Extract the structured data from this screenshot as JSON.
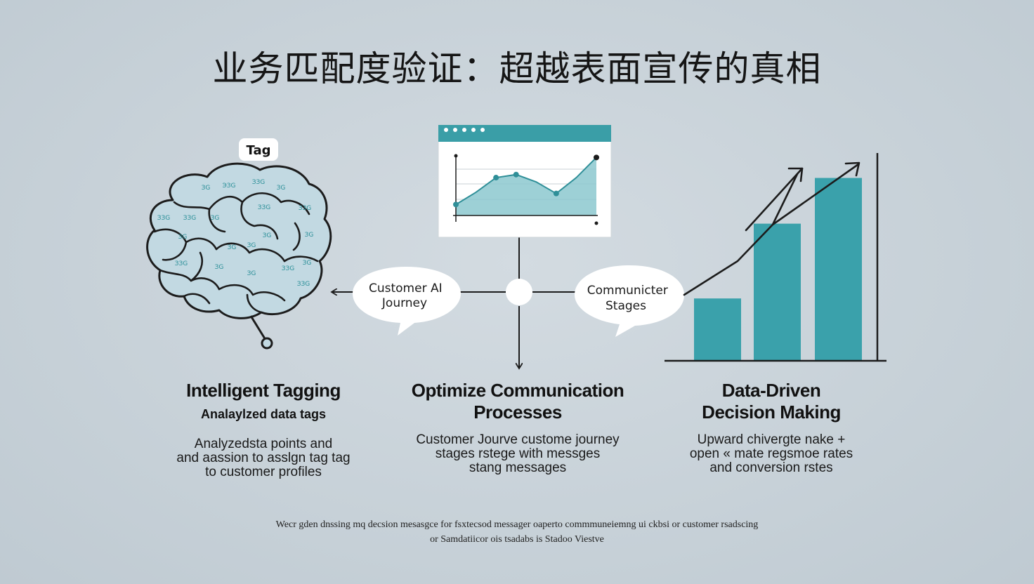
{
  "title": "业务匹配度验证：超越表面宣传的真相",
  "brain": {
    "tag_label": "Tag",
    "cells": [
      "ЗG",
      "ЭЗG",
      "ЗЗG",
      "ЗG",
      "ЗЗG",
      "ЗЗG",
      "ЗG",
      "ЗЗG",
      "ЗЗG",
      "ЗG",
      "ЗG",
      "ЗG",
      "ЗG",
      "ЗG",
      "ЗЗG",
      "ЗG",
      "ЗG",
      "ЗЗG",
      "ЗG",
      "ЗЗG"
    ]
  },
  "bubbles": {
    "left": [
      "Customer AI",
      "Journey"
    ],
    "right": [
      "Communicter",
      "Stages"
    ]
  },
  "columns": [
    {
      "title": [
        "Intelligent Tagging"
      ],
      "subtitle": "Analaylzed data tags",
      "body": [
        "Analyzedsta points and",
        "and aassion to asslgn tag tag",
        "to customer profiles"
      ]
    },
    {
      "title": [
        "Optimize Communication",
        "Processes"
      ],
      "subtitle": "",
      "body": [
        "Customer Jourve custome journey",
        "stages rstege with messges",
        "stang messages"
      ]
    },
    {
      "title": [
        "Data-Driven",
        "Decision Making"
      ],
      "subtitle": "",
      "body": [
        "Upward chivergte nake +",
        "open « mate regsmoe rates",
        "and conversion rstes"
      ]
    }
  ],
  "footer": [
    "Wecr gden dnssing mq decsion mesasgce for fsxtecsod messager oaperto commmuneiemng ui ckbsi or customer rsadscing",
    "or Samdatiicor ois tsadabs is Stadoo Viestve"
  ],
  "chart_data": [
    {
      "type": "area",
      "title": "",
      "x": [
        0,
        1,
        2,
        3,
        4,
        5,
        6,
        7
      ],
      "values": [
        0.18,
        0.38,
        0.62,
        0.67,
        0.55,
        0.36,
        0.62,
        0.95
      ],
      "points": [
        0,
        2,
        3,
        5,
        7
      ],
      "grid": true,
      "color": "#8cc8cf",
      "window_bar_color": "#3a9ea7"
    },
    {
      "type": "bar",
      "title": "",
      "categories": [
        "1",
        "2",
        "3"
      ],
      "values": [
        30,
        66,
        88
      ],
      "ylim": [
        0,
        100
      ],
      "color": "#3aa1ab",
      "trend_arrows": 2
    }
  ],
  "colors": {
    "accent": "#3aa1ab",
    "line": "#1c1c1c",
    "brain_fill": "#c2d9e2",
    "brain_text": "#2a8f98",
    "bubble": "#ffffff"
  },
  "icons": [
    "brain-icon",
    "area-chart-icon",
    "bar-chart-icon",
    "trend-arrow-icon",
    "hub-node-icon",
    "arrow-left-icon",
    "arrow-down-icon"
  ]
}
